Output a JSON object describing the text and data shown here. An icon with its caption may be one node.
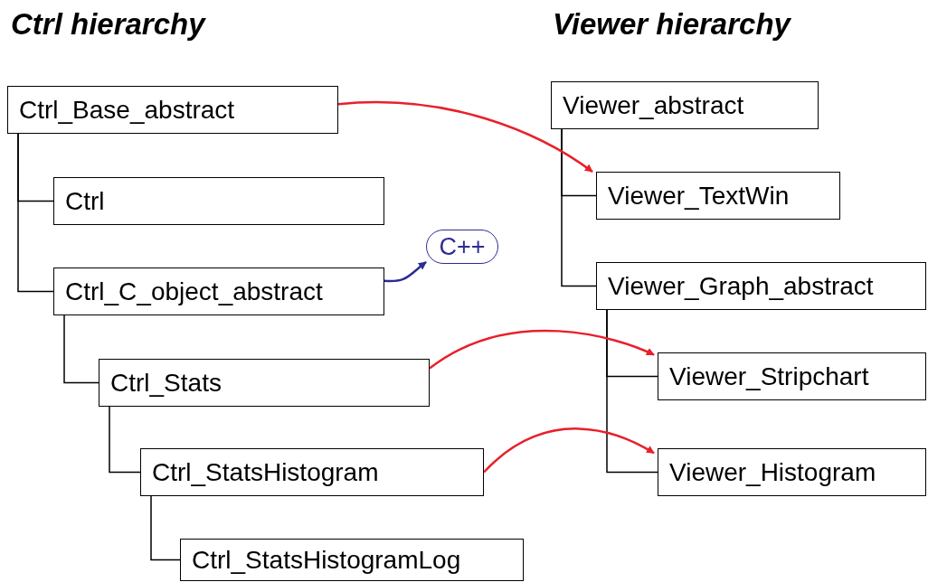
{
  "diagram": {
    "nodes": [
      {
        "text": [
          "Ctrl_Base_abstract"
        ]
      },
      {
        "text": [
          "Ctrl"
        ]
      },
      {
        "text": [
          "Ctrl_C_object_abstract"
        ]
      },
      {
        "text": [
          "C++"
        ]
      },
      {
        "text": [
          "Ctrl_Stats"
        ]
      },
      {
        "text": [
          "Ctrl_StatsHistogram"
        ]
      },
      {
        "text": [
          "Ctrl_StatsHistogramLog"
        ]
      },
      {
        "text": [
          "Viewer_abstract"
        ]
      },
      {
        "text": [
          "Viewer_TextWin"
        ]
      },
      {
        "text": [
          "Viewer_Graph_abstract"
        ]
      },
      {
        "text": [
          "Viewer_Stripchart"
        ]
      },
      {
        "text": [
          "Viewer_Histogram"
        ]
      }
    ],
    "edges": [
      {
        "from": 0,
        "to": 1,
        "arrow": "none"
      },
      {
        "from": 0,
        "to": 2,
        "arrow": "none"
      },
      {
        "from": 2,
        "to": 4,
        "arrow": "none"
      },
      {
        "from": 4,
        "to": 5,
        "arrow": "none"
      },
      {
        "from": 5,
        "to": 6,
        "arrow": "none"
      },
      {
        "from": 7,
        "to": 8,
        "arrow": "none"
      },
      {
        "from": 7,
        "to": 9,
        "arrow": "none"
      },
      {
        "from": 9,
        "to": 10,
        "arrow": "none"
      },
      {
        "from": 9,
        "to": 11,
        "arrow": "none"
      },
      {
        "from": 0,
        "to": 8,
        "arrow": "to",
        "color": "#e8202a"
      },
      {
        "from": 2,
        "to": 3,
        "arrow": "to",
        "color": "#2c2c94"
      },
      {
        "from": 4,
        "to": 10,
        "arrow": "to",
        "color": "#e8202a"
      },
      {
        "from": 5,
        "to": 11,
        "arrow": "to",
        "color": "#e8202a"
      }
    ],
    "labels": [
      "Ctrl hierarchy",
      "Viewer hierarchy"
    ]
  }
}
